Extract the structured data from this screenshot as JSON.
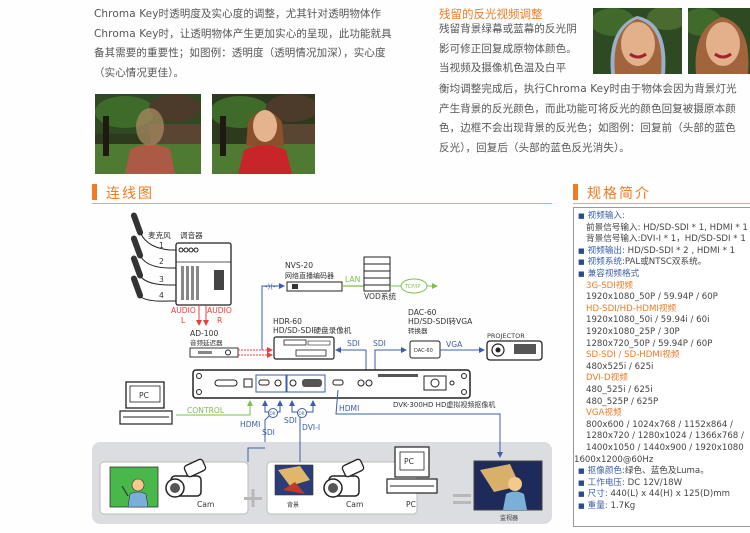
{
  "chroma_key_paragraph": {
    "lines": [
      "Chroma Key时透明度及实心度的调整，尤其针对透明物体作",
      "Chroma Key时，让透明物体产生更加实心的呈现，此功能就具",
      "备其需要的重要性；如图例：透明度（透明情况加深），实心度",
      "（实心情况更佳）。"
    ]
  },
  "reflection_section": {
    "title": "残留的反光视频调整",
    "short_lines": [
      "残留背景绿幕或蓝幕的反光阴",
      "影可修正回复成原物体颜色。",
      "当视频及摄像机色温及白平"
    ],
    "long_lines": [
      "衡均调整完成后，执行Chroma Key时由于物体会因为背景灯光",
      "产生背景的反光颜色，而此功能可将反光的颜色回复被摄原本颜",
      "色，边框不会出现背景的反光色；如图例：回复前（头部的蓝色",
      "反光），回复后（头部的蓝色反光消失）。"
    ]
  },
  "wiring_section": {
    "title": "连线图"
  },
  "spec_section": {
    "title": "规格简介"
  },
  "diagram": {
    "mic_label": "麦克风",
    "mixer_label": "调音器",
    "mic_numbers": [
      "1",
      "2",
      "3",
      "4"
    ],
    "audio_l": [
      "AUDIO",
      "L"
    ],
    "audio_r": [
      "AUDIO",
      "R"
    ],
    "ad100": [
      "AD-100",
      "音频延迟器"
    ],
    "nvs20": [
      "NVS-20",
      "网络直播编码器"
    ],
    "lan": "LAN",
    "vod": "VOD系统",
    "tcpip": "TCP/IP",
    "hdr60": [
      "HDR-60",
      "HD/SD-SDI硬盘录像机"
    ],
    "dac60": [
      "DAC-60",
      "HD/SD-SDI转VGA",
      "转换器"
    ],
    "dac60_box": "DAC-60",
    "sdi": "SDI",
    "vga": "VGA",
    "projector": "PROJECTOR",
    "pc": "PC",
    "control": "CONTROL",
    "hdmi": "HDMI",
    "or": "OR",
    "dvi_i": "DVI-I",
    "dvk": "DVK-300HD  HD虚拟视频抠像机",
    "cam": "Cam",
    "background": "背景",
    "monitor": "监视器",
    "plus": "+",
    "equals": "="
  },
  "specs": [
    {
      "type": "bullet",
      "label": "视频输入:",
      "value": ""
    },
    {
      "type": "sub",
      "label": "前景信号输入:",
      "value": " HD/SD-SDI  * 1, HDMI * 1"
    },
    {
      "type": "sub",
      "label": "背景信号输入:",
      "value": "DVI-I * 1，HD/SD-SDI * 1"
    },
    {
      "type": "bullet",
      "label": "视频输出:",
      "value": " HD/SD-SDI * 2 , HDMI * 1"
    },
    {
      "type": "bullet",
      "label": "视频系统:",
      "value": "PAL或NTSC双系统。"
    },
    {
      "type": "bullet",
      "label": "兼容视频格式",
      "value": ""
    },
    {
      "type": "cat",
      "label": "3G-SDI视频"
    },
    {
      "type": "val",
      "label": "1920x1080_50P / 59.94P / 60P"
    },
    {
      "type": "cat",
      "label": "HD-SDI/HD-HDMI视频"
    },
    {
      "type": "val",
      "label": "1920x1080_50i / 59.94i / 60i"
    },
    {
      "type": "val",
      "label": "1920x1080_25P / 30P"
    },
    {
      "type": "val",
      "label": "1280x720_50P / 59.94P / 60P"
    },
    {
      "type": "cat",
      "label": "SD-SDI / SD-HDMI视频"
    },
    {
      "type": "val",
      "label": "480x525i / 625i"
    },
    {
      "type": "cat",
      "label": "DVI-D视频"
    },
    {
      "type": "val",
      "label": "480_525i / 625i"
    },
    {
      "type": "val",
      "label": "480_525P / 625P"
    },
    {
      "type": "cat",
      "label": "VGA视频"
    },
    {
      "type": "val",
      "label": "800x600 / 1024x768 / 1152x864 /"
    },
    {
      "type": "val",
      "label": "1280x720 / 1280x1024 / 1366x768 /"
    },
    {
      "type": "val",
      "label": "1400x1050 / 1440x900 / 1920x1080"
    },
    {
      "type": "flush",
      "label": "1600x1200@60Hz"
    },
    {
      "type": "bullet",
      "label": "抠像颜色:",
      "value": "绿色、蓝色及Luma。"
    },
    {
      "type": "bullet",
      "label": "工作电压:",
      "value": " DC 12V/18W"
    },
    {
      "type": "bullet",
      "label": "尺寸:",
      "value": " 440(L) x 44(H) x 125(D)mm"
    },
    {
      "type": "bullet",
      "label": "重量:",
      "value": " 1.7Kg"
    }
  ],
  "colors": {
    "accent": "#f07b22",
    "signal_blue": "#3a5fa8",
    "audio_red": "#e8403a",
    "network_green": "#7cc04a"
  }
}
